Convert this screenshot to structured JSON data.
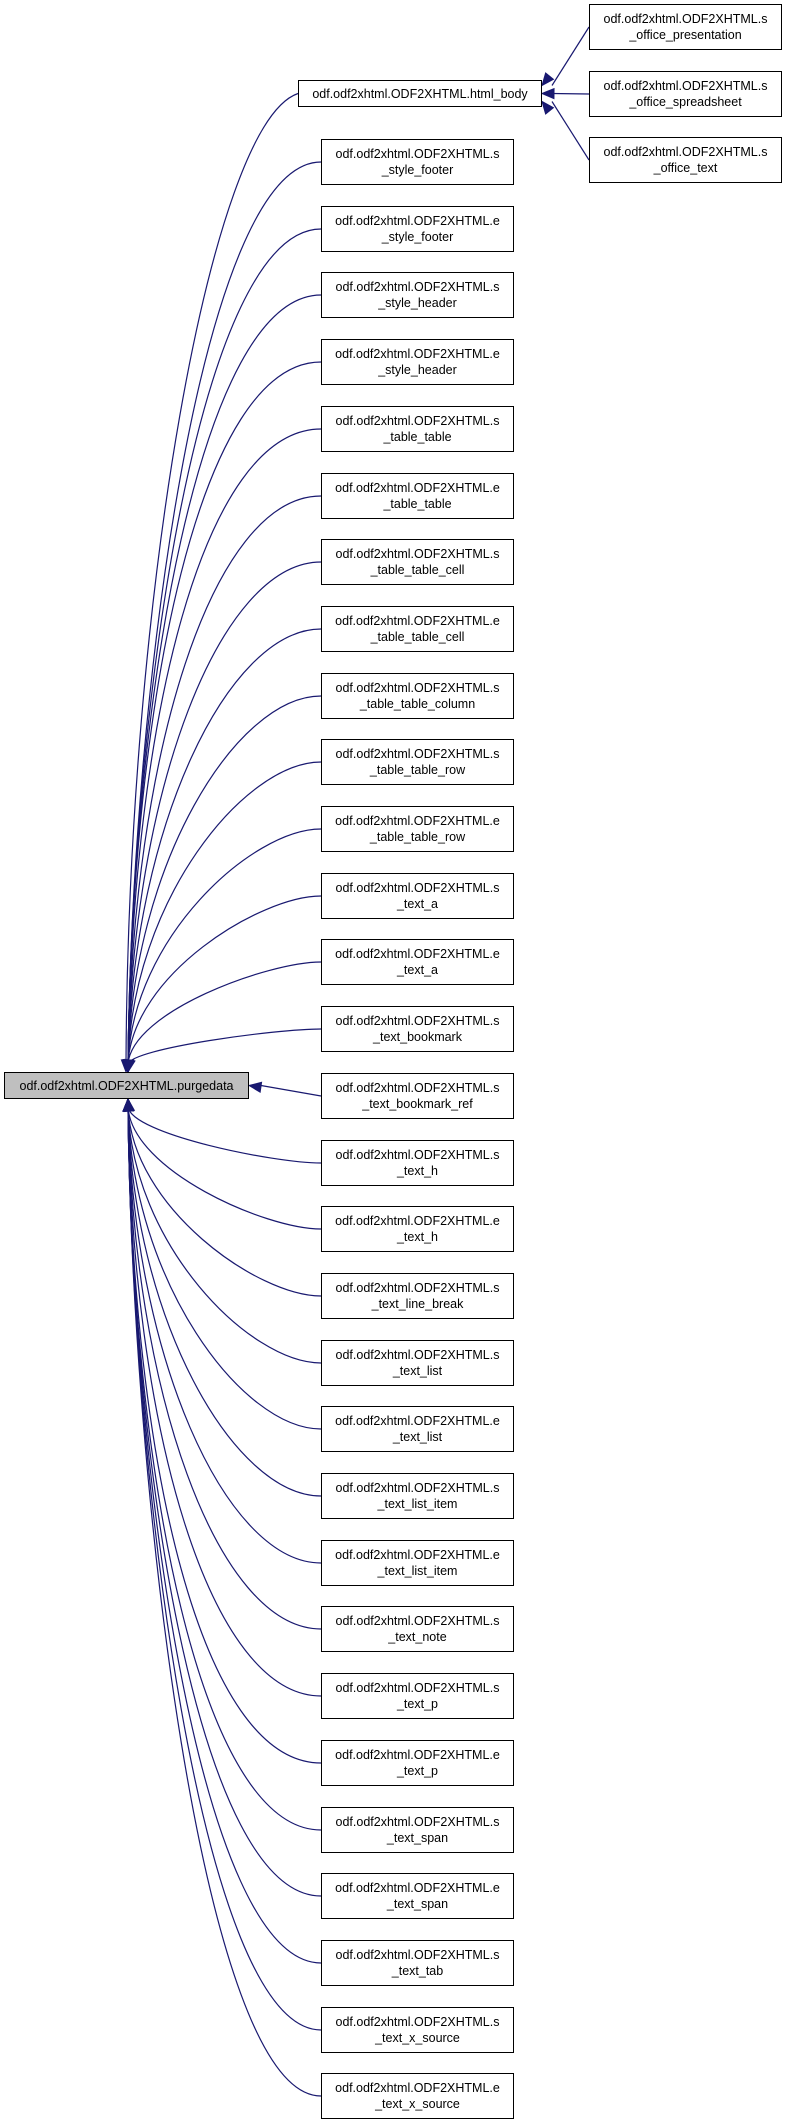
{
  "colors": {
    "edge": "#191970",
    "node_border": "#000000",
    "root_fill": "#bfbfbf",
    "node_fill": "#ffffff"
  },
  "root": {
    "id": "purgedata",
    "line1": "odf.odf2xhtml.ODF2XHTML.purgedata",
    "line2": ""
  },
  "html_body": {
    "id": "html_body",
    "line1": "odf.odf2xhtml.ODF2XHTML.html_body",
    "line2": ""
  },
  "office_nodes": [
    {
      "id": "s_office_presentation",
      "line1": "odf.odf2xhtml.ODF2XHTML.s",
      "line2": "_office_presentation"
    },
    {
      "id": "s_office_spreadsheet",
      "line1": "odf.odf2xhtml.ODF2XHTML.s",
      "line2": "_office_spreadsheet"
    },
    {
      "id": "s_office_text",
      "line1": "odf.odf2xhtml.ODF2XHTML.s",
      "line2": "_office_text"
    }
  ],
  "callers": [
    {
      "id": "s_style_footer",
      "line1": "odf.odf2xhtml.ODF2XHTML.s",
      "line2": "_style_footer"
    },
    {
      "id": "e_style_footer",
      "line1": "odf.odf2xhtml.ODF2XHTML.e",
      "line2": "_style_footer"
    },
    {
      "id": "s_style_header",
      "line1": "odf.odf2xhtml.ODF2XHTML.s",
      "line2": "_style_header"
    },
    {
      "id": "e_style_header",
      "line1": "odf.odf2xhtml.ODF2XHTML.e",
      "line2": "_style_header"
    },
    {
      "id": "s_table_table",
      "line1": "odf.odf2xhtml.ODF2XHTML.s",
      "line2": "_table_table"
    },
    {
      "id": "e_table_table",
      "line1": "odf.odf2xhtml.ODF2XHTML.e",
      "line2": "_table_table"
    },
    {
      "id": "s_table_table_cell",
      "line1": "odf.odf2xhtml.ODF2XHTML.s",
      "line2": "_table_table_cell"
    },
    {
      "id": "e_table_table_cell",
      "line1": "odf.odf2xhtml.ODF2XHTML.e",
      "line2": "_table_table_cell"
    },
    {
      "id": "s_table_table_column",
      "line1": "odf.odf2xhtml.ODF2XHTML.s",
      "line2": "_table_table_column"
    },
    {
      "id": "s_table_table_row",
      "line1": "odf.odf2xhtml.ODF2XHTML.s",
      "line2": "_table_table_row"
    },
    {
      "id": "e_table_table_row",
      "line1": "odf.odf2xhtml.ODF2XHTML.e",
      "line2": "_table_table_row"
    },
    {
      "id": "s_text_a",
      "line1": "odf.odf2xhtml.ODF2XHTML.s",
      "line2": "_text_a"
    },
    {
      "id": "e_text_a",
      "line1": "odf.odf2xhtml.ODF2XHTML.e",
      "line2": "_text_a"
    },
    {
      "id": "s_text_bookmark",
      "line1": "odf.odf2xhtml.ODF2XHTML.s",
      "line2": "_text_bookmark"
    },
    {
      "id": "s_text_bookmark_ref",
      "line1": "odf.odf2xhtml.ODF2XHTML.s",
      "line2": "_text_bookmark_ref"
    },
    {
      "id": "s_text_h",
      "line1": "odf.odf2xhtml.ODF2XHTML.s",
      "line2": "_text_h"
    },
    {
      "id": "e_text_h",
      "line1": "odf.odf2xhtml.ODF2XHTML.e",
      "line2": "_text_h"
    },
    {
      "id": "s_text_line_break",
      "line1": "odf.odf2xhtml.ODF2XHTML.s",
      "line2": "_text_line_break"
    },
    {
      "id": "s_text_list",
      "line1": "odf.odf2xhtml.ODF2XHTML.s",
      "line2": "_text_list"
    },
    {
      "id": "e_text_list",
      "line1": "odf.odf2xhtml.ODF2XHTML.e",
      "line2": "_text_list"
    },
    {
      "id": "s_text_list_item",
      "line1": "odf.odf2xhtml.ODF2XHTML.s",
      "line2": "_text_list_item"
    },
    {
      "id": "e_text_list_item",
      "line1": "odf.odf2xhtml.ODF2XHTML.e",
      "line2": "_text_list_item"
    },
    {
      "id": "s_text_note",
      "line1": "odf.odf2xhtml.ODF2XHTML.s",
      "line2": "_text_note"
    },
    {
      "id": "s_text_p",
      "line1": "odf.odf2xhtml.ODF2XHTML.s",
      "line2": "_text_p"
    },
    {
      "id": "e_text_p",
      "line1": "odf.odf2xhtml.ODF2XHTML.e",
      "line2": "_text_p"
    },
    {
      "id": "s_text_span",
      "line1": "odf.odf2xhtml.ODF2XHTML.s",
      "line2": "_text_span"
    },
    {
      "id": "e_text_span",
      "line1": "odf.odf2xhtml.ODF2XHTML.e",
      "line2": "_text_span"
    },
    {
      "id": "s_text_tab",
      "line1": "odf.odf2xhtml.ODF2XHTML.s",
      "line2": "_text_tab"
    },
    {
      "id": "s_text_x_source",
      "line1": "odf.odf2xhtml.ODF2XHTML.s",
      "line2": "_text_x_source"
    },
    {
      "id": "e_text_x_source",
      "line1": "odf.odf2xhtml.ODF2XHTML.e",
      "line2": "_text_x_source"
    }
  ]
}
